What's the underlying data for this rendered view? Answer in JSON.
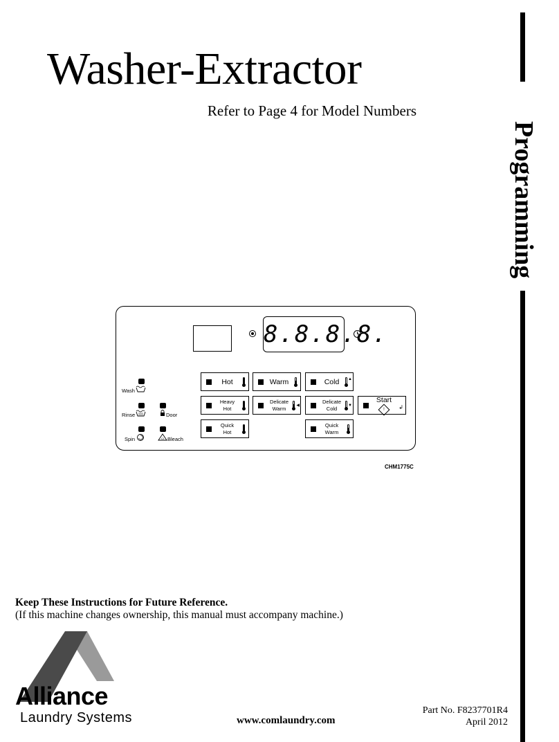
{
  "document": {
    "title": "Washer-Extractor",
    "subtitle": "Refer to Page 4 for Model Numbers",
    "section_tab": "Programming",
    "figure_code": "CHM1775C",
    "notice": {
      "title": "Keep These Instructions for Future Reference.",
      "note": "(If this machine changes ownership, this manual must accompany machine.)"
    },
    "footer": {
      "website": "www.comlaundry.com",
      "part_number": "Part No. F8237701R4",
      "date": "April 2012"
    }
  },
  "logo": {
    "name": "Alliance",
    "tagline": "Laundry Systems",
    "colors": {
      "dark": "#4a4a4a",
      "light": "#9a9a9a"
    }
  },
  "panel": {
    "display": "8.8.8.8.",
    "indicators": {
      "wash": "Wash",
      "rinse": "Rinse",
      "spin": "Spin",
      "door": "Door",
      "bleach": "Bleach"
    },
    "buttons": {
      "hot": "Hot",
      "warm": "Warm",
      "cold": "Cold",
      "heavy": "Heavy",
      "heavy_temp": "Hot",
      "delicate_warm": "Delicate",
      "delicate_warm_temp": "Warm",
      "delicate_cold": "Delicate",
      "delicate_cold_temp": "Cold",
      "start": "Start",
      "quick_hot": "Quick",
      "quick_hot_temp": "Hot",
      "quick_warm": "Quick",
      "quick_warm_temp": "Warm"
    },
    "icons": {
      "knob": "selector-knob-icon",
      "clock": "clock-icon",
      "wash": "wash-tub-icon",
      "rinse": "rinse-tub-icon",
      "spin": "spin-icon",
      "door": "door-lock-icon",
      "bleach": "bleach-triangle-icon",
      "thermometer": "thermometer-icon",
      "start": "start-diamond-icon"
    }
  }
}
